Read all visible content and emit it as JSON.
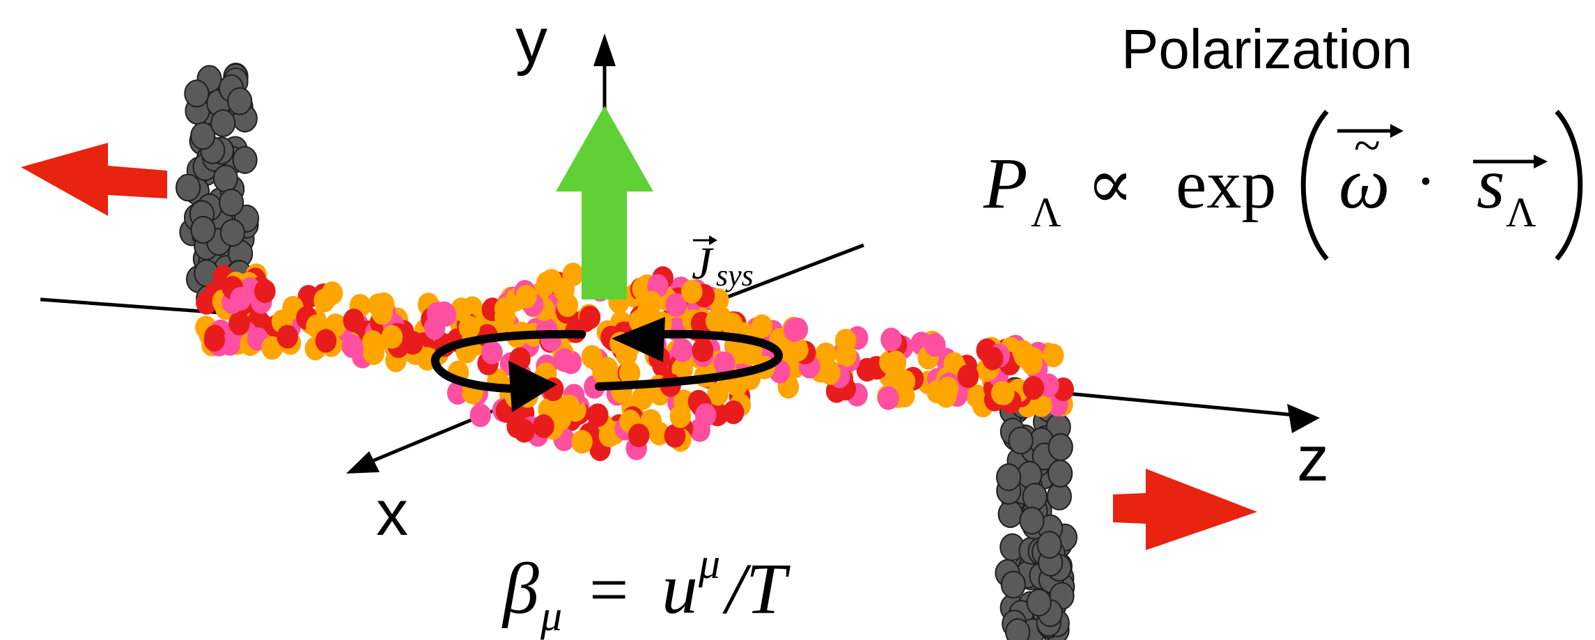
{
  "axes": {
    "x_label": "x",
    "y_label": "y",
    "z_label": "z"
  },
  "polarization": {
    "title": "Polarization",
    "formula_P": "P",
    "formula_sub_lambda": "Λ",
    "formula_propto": "∝",
    "formula_exp": "exp",
    "formula_omega": "ω",
    "formula_tilde": "~",
    "formula_dot": "·",
    "formula_s": "s",
    "formula_sub_lambda2": "Λ"
  },
  "angular_momentum": {
    "symbol": "J",
    "subscript": "sys"
  },
  "thermal_vector": {
    "beta": "β",
    "beta_sub": "μ",
    "equals": "=",
    "u": "u",
    "u_sup": "μ",
    "slash_T": "/T"
  },
  "colors": {
    "spectator": "#5a5a5a",
    "spectator_stroke": "#1e1e1e",
    "participant_orange": "#ffa500",
    "participant_pink": "#ff4fa0",
    "participant_red": "#e81c1c",
    "flow_arrow": "#e8230f",
    "polarization_arrow": "#5fd135",
    "axis": "#000000"
  },
  "icons": {
    "left_flow_arrow": "arrow-left-icon",
    "right_flow_arrow": "arrow-right-icon",
    "spin_arrow": "arrow-up-icon",
    "rotation": "rotation-arrow-icon"
  }
}
